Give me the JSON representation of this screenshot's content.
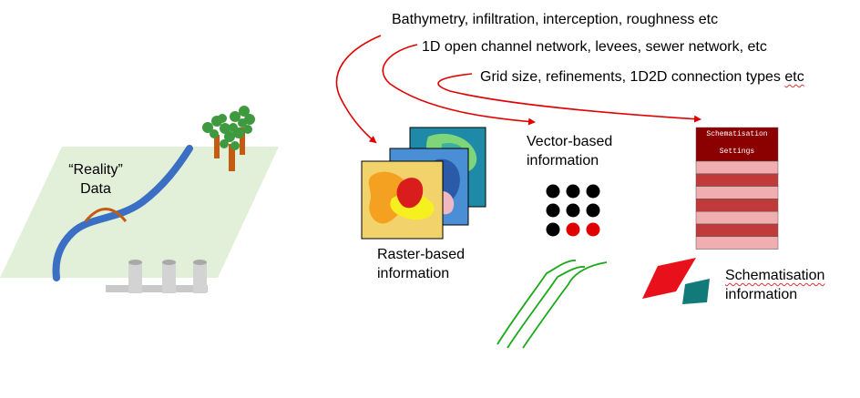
{
  "labels": {
    "bathymetry": "Bathymetry, infiltration, interception, roughness etc",
    "channel": "1D open channel network, levees, sewer network, etc",
    "grid_prefix": "Grid size, refinements, 1D2D connection types ",
    "grid_etc": "etc",
    "vector_line1": "Vector-based",
    "vector_line2": "information",
    "raster_line1": "Raster-based",
    "raster_line2": "information",
    "schem_line1": "Schematisation",
    "schem_line2": "information",
    "reality_line1": "“Reality”",
    "reality_line2": "Data"
  },
  "settings_box": {
    "line1": "Schematisation",
    "line2": "Settings"
  },
  "colors": {
    "arrow": "#e00000",
    "river": "#3a6fc4",
    "plane": "#e2efd9",
    "bridge": "#c55a11",
    "tree_foliage": "#3f9a3f",
    "tree_trunk": "#c55a11",
    "settings_header": "#8b0000",
    "settings_row_dark": "#c0393b",
    "settings_row_light": "#f0aeb0",
    "vector_lines": "#1aa81a",
    "dot_black": "#000000",
    "dot_red": "#e00000",
    "schem_red": "#e8101a",
    "schem_teal": "#137a7a"
  },
  "dot_grid": [
    [
      "black",
      "black",
      "black"
    ],
    [
      "black",
      "black",
      "black"
    ],
    [
      "black",
      "red",
      "red"
    ]
  ]
}
